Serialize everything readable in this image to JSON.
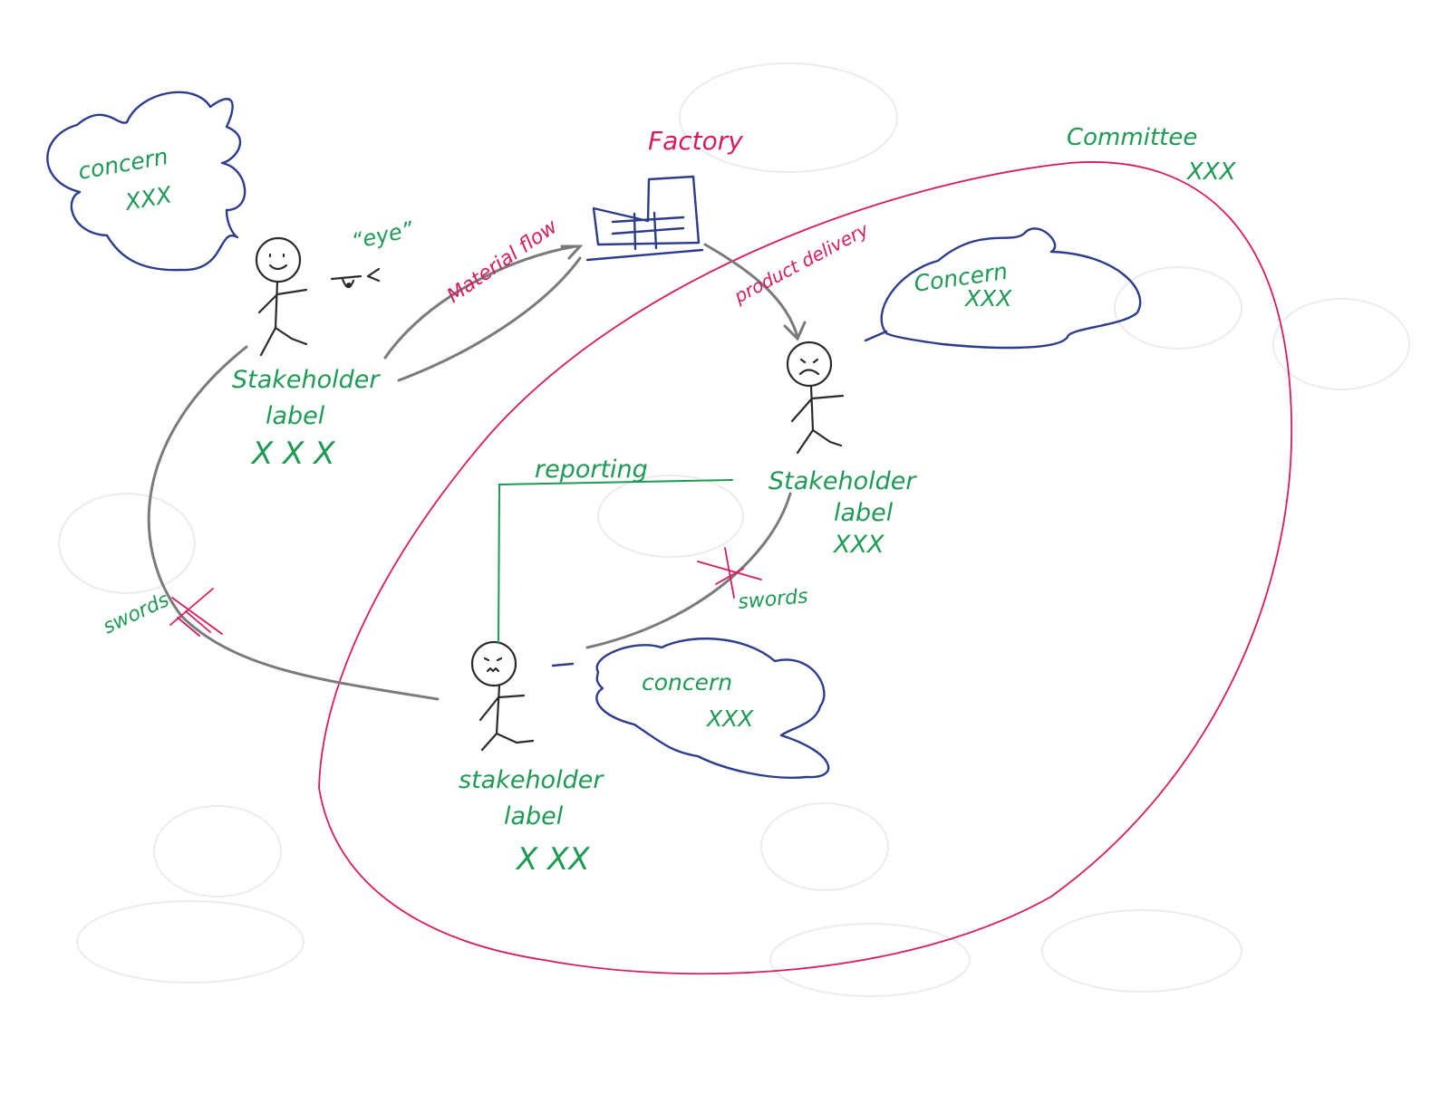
{
  "factory": {
    "label": "Factory"
  },
  "committee": {
    "label": "Committee",
    "id": "XXX"
  },
  "stakeholders": [
    {
      "label_line1": "Stakeholder",
      "label_line2": "label",
      "id": "X X X",
      "mood": "smile"
    },
    {
      "label_line1": "Stakeholder",
      "label_line2": "label",
      "id": "XXX",
      "mood": "frown"
    },
    {
      "label_line1": "stakeholder",
      "label_line2": "label",
      "id": "X XX",
      "mood": "worried"
    }
  ],
  "concerns": [
    {
      "label": "concern",
      "id": "XXX"
    },
    {
      "label": "Concern",
      "id": "XXX"
    },
    {
      "label": "concern",
      "id": "XXX"
    }
  ],
  "flows": {
    "material_flow": "Material flow",
    "product_delivery": "product delivery",
    "reporting": "reporting",
    "eye": "“eye”"
  },
  "conflicts": [
    {
      "label": "swords"
    },
    {
      "label": "swords"
    }
  ],
  "colors": {
    "text_green": "#1f9a55",
    "accent_pink": "#d81b60",
    "cloud_blue": "#2c3c8c",
    "flow_grey": "#7a7a7a"
  }
}
